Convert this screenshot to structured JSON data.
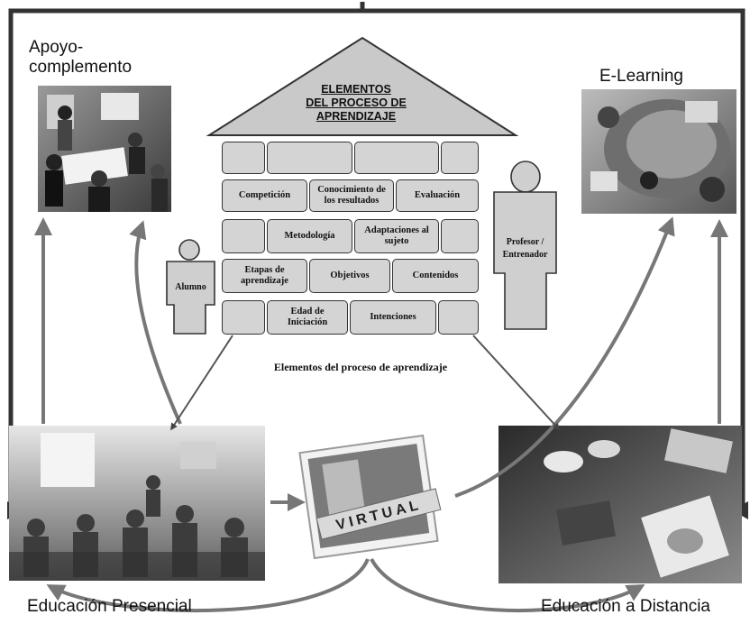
{
  "labels": {
    "apoyo": "Apoyo-\ncomplemento",
    "elearning": "E-Learning",
    "presencial": "Educación Presencial",
    "distancia": "Educación a Distancia"
  },
  "roof_title": "ELEMENTOS\nDEL PROCESO DE\nAPRENDIZAJE",
  "caption": "Elementos del proceso de aprendizaje",
  "figures": {
    "alumno": "Alumno",
    "profesor": "Profesor /\nEntrenador"
  },
  "bricks": {
    "competicion": "Competición",
    "conocimiento": "Conocimiento de los resultados",
    "evaluacion": "Evaluación",
    "metodologia": "Metodología",
    "adaptaciones": "Adaptaciones al sujeto",
    "etapas": "Etapas de aprendizaje",
    "objetivos": "Objetivos",
    "contenidos": "Contenidos",
    "edad": "Edad de Iniciación",
    "intenciones": "Intenciones"
  },
  "photo_text": {
    "virtual_letters": "VIRTUAL"
  },
  "colors": {
    "arrow": "#777777",
    "frame": "#333333",
    "brick_fill": "#d4d4d4",
    "figure_fill": "#cfcfcf"
  }
}
